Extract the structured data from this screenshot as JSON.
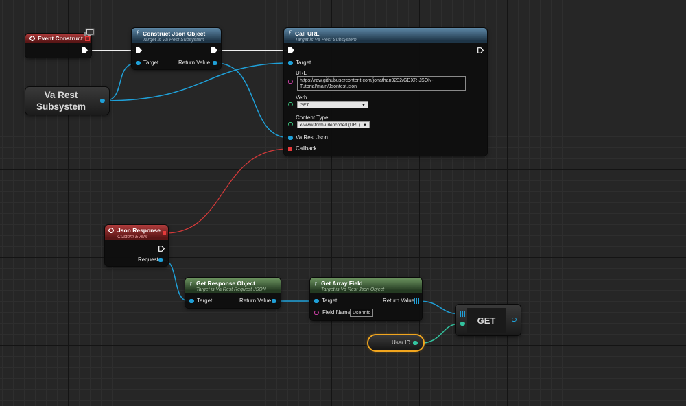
{
  "event_construct": {
    "title": "Event Construct"
  },
  "construct_json": {
    "title": "Construct Json Object",
    "subtitle": "Target is Va Rest Subsystem",
    "pin_target": "Target",
    "pin_return": "Return Value"
  },
  "call_url": {
    "title": "Call URL",
    "subtitle": "Target is Va Rest Subsystem",
    "pin_target": "Target",
    "url_label": "URL",
    "url_value": "https://raw.githubusercontent.com/jonathan9232/GDXR-JSON-Tutorial/main/Jsontest.json",
    "verb_label": "Verb",
    "verb_value": "GET",
    "content_type_label": "Content Type",
    "content_type_value": "x-www-form-urlencoded (URL)",
    "va_rest_json_label": "Va Rest Json",
    "callback_label": "Callback"
  },
  "subsystem": {
    "line1": "Va Rest",
    "line2": "Subsystem"
  },
  "json_response": {
    "title": "Json Response",
    "subtitle": "Custom Event",
    "pin_request": "Request"
  },
  "get_response": {
    "title": "Get Response Object",
    "subtitle": "Target is Va Rest Request JSON",
    "pin_target": "Target",
    "pin_return": "Return Value"
  },
  "get_array_field": {
    "title": "Get Array Field",
    "subtitle": "Target is Va Rest Json Object",
    "pin_target": "Target",
    "pin_return": "Return Value",
    "field_name_label": "Field Name",
    "field_name_value": "UserInfo"
  },
  "get_node": {
    "label": "GET"
  },
  "user_id": {
    "label": "User ID"
  },
  "icons": [
    "event-diamond-icon",
    "function-icon",
    "exec-arrow-icon",
    "object-pin-icon",
    "array-grid-icon",
    "monitor-icon"
  ],
  "colors": {
    "object_pin": "#1fa0d8",
    "exec_pin": "#ffffff",
    "event_red": "#b03c3c",
    "function_blue": "#3f6582",
    "pure_green": "#4b6d41",
    "delegate_red": "#e53a3a",
    "string_pink": "#c43ea0",
    "enum_green": "#3bbf7b",
    "int_teal": "#33c39f",
    "variable_orange": "#f0a51e"
  }
}
